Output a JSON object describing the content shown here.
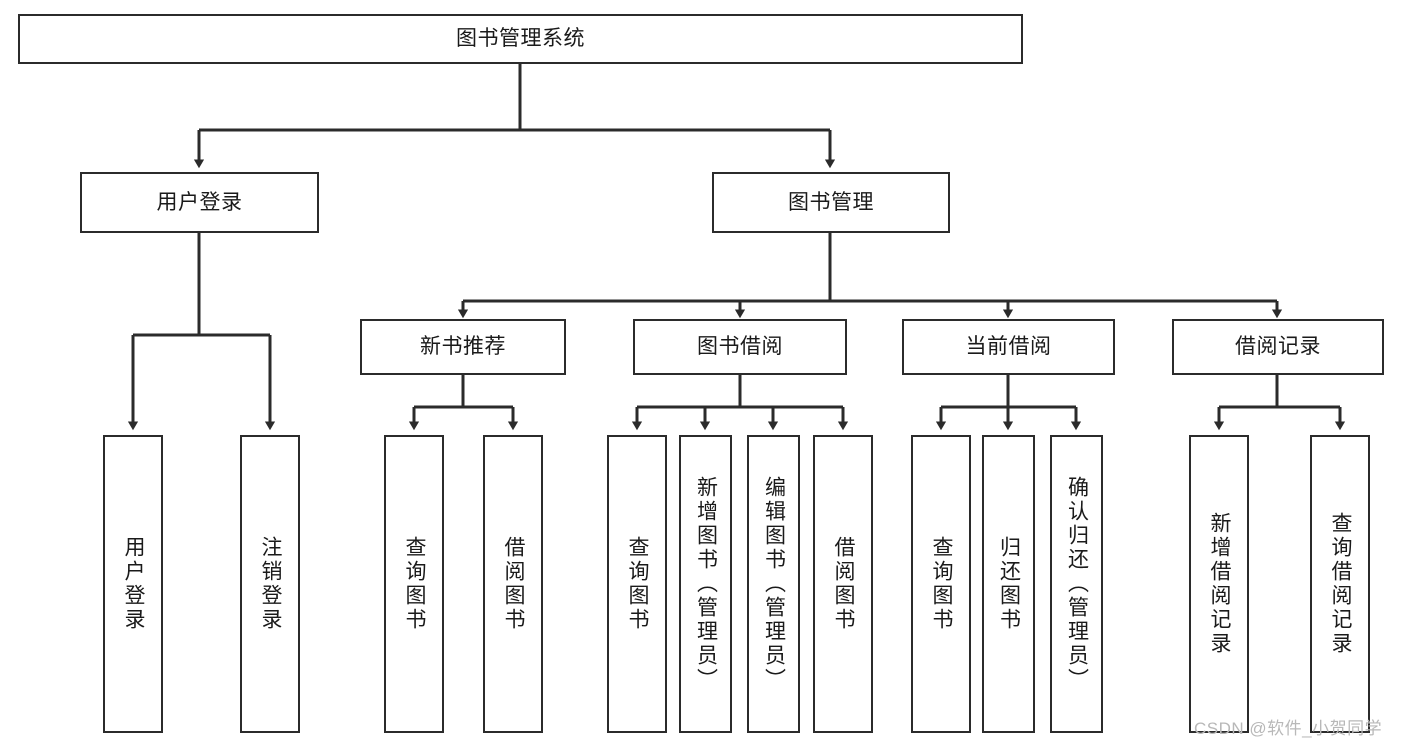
{
  "diagram": {
    "title": "图书管理系统",
    "type": "tree-hierarchy-diagram",
    "colors": {
      "box_border": "#2b2b2b",
      "box_fill": "#ffffff",
      "edge": "#2b2b2b",
      "text": "#1a1a1a",
      "watermark": "#b8b8b8",
      "background": "#ffffff"
    },
    "nodes": {
      "root": {
        "label": "图书管理系统"
      },
      "level2": [
        {
          "id": "user-login",
          "label": "用户登录"
        },
        {
          "id": "book-management",
          "label": "图书管理"
        }
      ],
      "level3": [
        {
          "id": "new-book-recommend",
          "label": "新书推荐"
        },
        {
          "id": "book-borrow",
          "label": "图书借阅"
        },
        {
          "id": "current-borrow",
          "label": "当前借阅"
        },
        {
          "id": "borrow-record",
          "label": "借阅记录"
        }
      ],
      "leaves": {
        "user_login": [
          {
            "id": "leaf-user-login",
            "label": "用户登录"
          },
          {
            "id": "leaf-logout-login",
            "label": "注销登录"
          }
        ],
        "new_book_recommend": [
          {
            "id": "leaf-query-book-1",
            "label": "查询图书"
          },
          {
            "id": "leaf-borrow-book-1",
            "label": "借阅图书"
          }
        ],
        "book_borrow": [
          {
            "id": "leaf-query-book-2",
            "label": "查询图书"
          },
          {
            "id": "leaf-add-book-admin",
            "label": "新增图书（管理员）"
          },
          {
            "id": "leaf-edit-book-admin",
            "label": "编辑图书（管理员）"
          },
          {
            "id": "leaf-borrow-book-2",
            "label": "借阅图书"
          }
        ],
        "current_borrow": [
          {
            "id": "leaf-query-book-3",
            "label": "查询图书"
          },
          {
            "id": "leaf-return-book",
            "label": "归还图书"
          },
          {
            "id": "leaf-confirm-return-admin",
            "label": "确认归还（管理员）"
          }
        ],
        "borrow_record": [
          {
            "id": "leaf-add-borrow-record",
            "label": "新增借阅记录"
          },
          {
            "id": "leaf-query-borrow-record",
            "label": "查询借阅记录"
          }
        ]
      }
    },
    "watermark": "CSDN @软件_小贺同学"
  }
}
